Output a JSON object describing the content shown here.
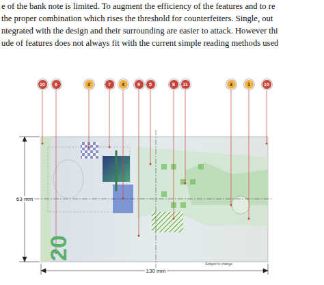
{
  "diagram": {
    "labels": [
      "e of the bank note is limited. To augment the efficiency of the features and to re",
      "the proper combination which rises the threshold for counterfeiters. Single, out",
      "ntegrated with the design and their surrounding are easier to attack. However thi",
      "ude of features does not always fit with the current simple reading methods used",
      "10",
      "6",
      "2",
      "7",
      "4",
      "9",
      "5",
      "8",
      "11",
      "3",
      "1",
      "10",
      "63 mm",
      "130 mm",
      "Subject to change",
      "20"
    ]
  }
}
